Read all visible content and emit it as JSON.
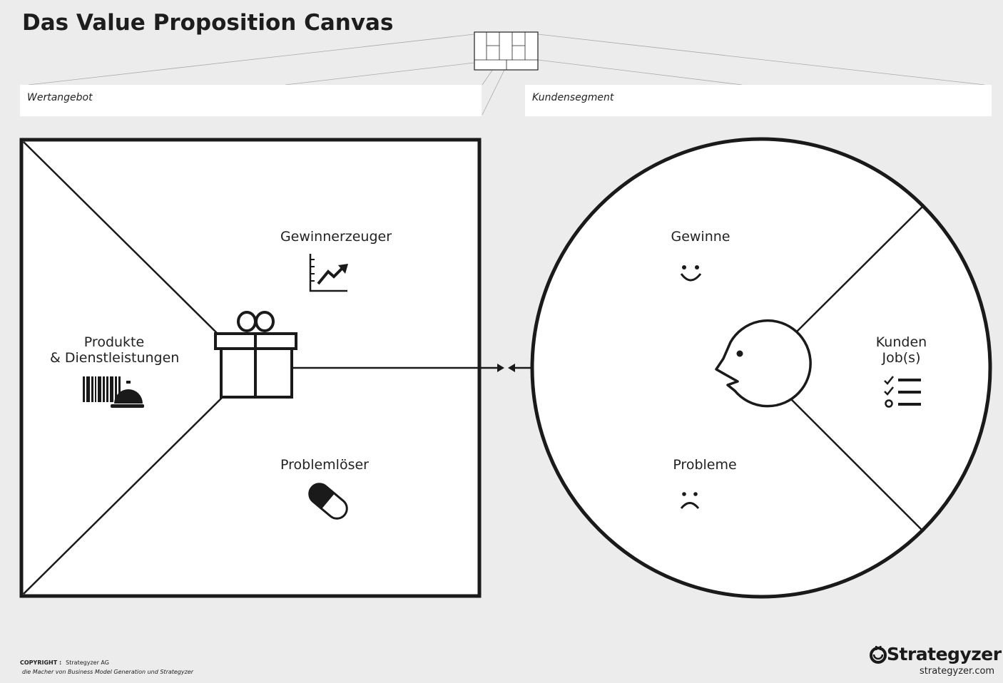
{
  "title": "Das Value Proposition Canvas",
  "fields": {
    "value_proposition": "Wertangebot",
    "customer_segment": "Kundensegment"
  },
  "value_map": {
    "products_services_line1": "Produkte",
    "products_services_line2": "& Dienstleistungen",
    "gain_creators": "Gewinnerzeuger",
    "pain_relievers": "Problemlöser",
    "icons": [
      "barcode-icon",
      "service-bell-icon",
      "growth-chart-icon",
      "pill-icon",
      "gift-icon"
    ]
  },
  "customer_profile": {
    "gains": "Gewinne",
    "pains": "Probleme",
    "jobs_line1": "Kunden",
    "jobs_line2": "Job(s)",
    "icons": [
      "smiley-icon",
      "frown-icon",
      "checklist-icon",
      "customer-face-icon"
    ]
  },
  "footer": {
    "copyright_label": "COPYRIGHT :",
    "copyright_holder": "Strategyzer AG",
    "tagline": "die Macher von Business Model Generation und Strategyzer",
    "brand": "Strategyzer",
    "url": "strategyzer.com"
  },
  "colors": {
    "background": "#ececec",
    "panel": "#ffffff",
    "ink": "#1a1a1a"
  }
}
